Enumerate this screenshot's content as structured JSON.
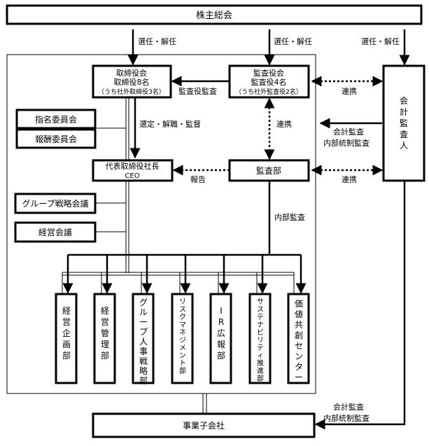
{
  "boxes": {
    "shareholders": "株主総会",
    "board_line1": "取締役会",
    "board_line2": "取締役8名",
    "board_line3": "（うち社外取締役3名）",
    "audit_board_line1": "監査役会",
    "audit_board_line2": "監査役4名",
    "audit_board_line3": "（うち社外監査役2名）",
    "auditor": "会計監査人",
    "nomination": "指名委員会",
    "compensation": "報酬委員会",
    "ceo_line1": "代表取締役社長",
    "ceo_line2": "CEO",
    "audit_dept": "監査部",
    "group_strategy": "グループ戦略会議",
    "management": "経営会議",
    "subsidiaries": "事業子会社"
  },
  "departments": [
    "経営企画部",
    "経営管理部",
    "グループ人事戦略部",
    "リスクマネジメント部",
    "IR広報部",
    "サステナビリティ推進部",
    "価値共創センター"
  ],
  "labels": {
    "elect_1": "選任・解任",
    "elect_2": "選任・解任",
    "elect_3": "選任・解任",
    "auditor_audit": "監査役監査",
    "select_supervise": "選定・解職・監督",
    "collab_1": "連携",
    "collab_2": "連携",
    "collab_3": "連携",
    "acc_audit_1a": "会計監査",
    "acc_audit_1b": "内部統制監査",
    "report": "報告",
    "internal_audit": "内部監査",
    "acc_audit_2a": "会計監査",
    "acc_audit_2b": "内部統制監査"
  }
}
